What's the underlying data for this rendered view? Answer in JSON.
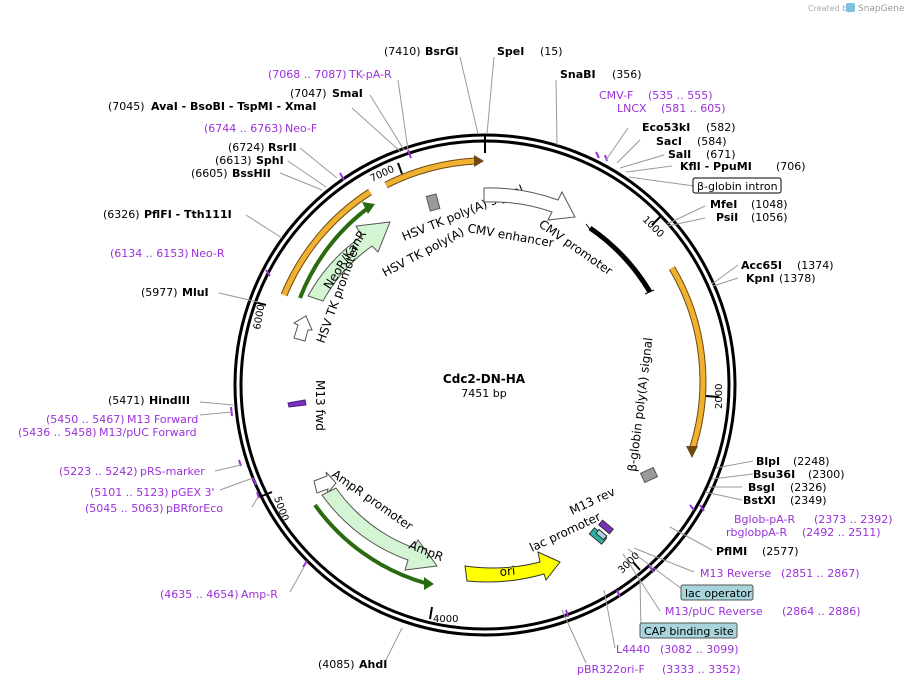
{
  "watermark": {
    "created_by": "Created by",
    "brand": "SnapGene"
  },
  "plasmid": {
    "name": "Cdc2-DN-HA",
    "size": "7451 bp",
    "length": 7451
  },
  "ruler_ticks": [
    "1000",
    "2000",
    "3000",
    "4000",
    "5000",
    "6000",
    "7000"
  ],
  "colors": {
    "primer": "#9b30d9",
    "orange_feature": "#f0b030",
    "green_feature": "#d4f5d4",
    "ori": "#ffff00",
    "promoter": "#ffffff",
    "terminator": "#9a9a9a",
    "blue_box": "#a8d4dc"
  },
  "enzyme_labels": [
    {
      "name": "BsrGI",
      "pos": "(7410)"
    },
    {
      "name": "SpeI",
      "pos": "(15)"
    },
    {
      "name": "SnaBI",
      "pos": "(356)"
    },
    {
      "name": "SmaI",
      "pos": "(7047)"
    },
    {
      "name": "AvaI - BsoBI - TspMI - XmaI",
      "pos": "(7045)"
    },
    {
      "name": "Eco53kI",
      "pos": "(582)"
    },
    {
      "name": "SacI",
      "pos": "(584)"
    },
    {
      "name": "SalI",
      "pos": "(671)"
    },
    {
      "name": "KflI - PpuMI",
      "pos": "(706)"
    },
    {
      "name": "RsrII",
      "pos": "(6724)"
    },
    {
      "name": "SphI",
      "pos": "(6613)"
    },
    {
      "name": "BssHII",
      "pos": "(6605)"
    },
    {
      "name": "MfeI",
      "pos": "(1048)"
    },
    {
      "name": "PsiI",
      "pos": "(1056)"
    },
    {
      "name": "PflFI - Tth111I",
      "pos": "(6326)"
    },
    {
      "name": "Acc65I",
      "pos": "(1374)"
    },
    {
      "name": "KpnI",
      "pos": "(1378)"
    },
    {
      "name": "MluI",
      "pos": "(5977)"
    },
    {
      "name": "HindIII",
      "pos": "(5471)"
    },
    {
      "name": "BlpI",
      "pos": "(2248)"
    },
    {
      "name": "Bsu36I",
      "pos": "(2300)"
    },
    {
      "name": "BsgI",
      "pos": "(2326)"
    },
    {
      "name": "BstXI",
      "pos": "(2349)"
    },
    {
      "name": "PflMI",
      "pos": "(2577)"
    },
    {
      "name": "AhdI",
      "pos": "(4085)"
    }
  ],
  "primer_labels": [
    {
      "range": "(7068 .. 7087)",
      "name": "TK-pA-R"
    },
    {
      "range": "(6744 .. 6763)",
      "name": "Neo-F"
    },
    {
      "range": "(6134 .. 6153)",
      "name": "Neo-R"
    },
    {
      "range": "(5450 .. 5467)",
      "name": "M13 Forward"
    },
    {
      "range": "(5436 .. 5458)",
      "name": "M13/pUC Forward"
    },
    {
      "range": "(5223 .. 5242)",
      "name": "pRS-marker"
    },
    {
      "range": "(5101 .. 5123)",
      "name": "pGEX 3'"
    },
    {
      "range": "(5045 .. 5063)",
      "name": "pBRforEco"
    },
    {
      "range": "(4635 .. 4654)",
      "name": "Amp-R"
    },
    {
      "name": "CMV-F",
      "range": "(535 .. 555)"
    },
    {
      "name": "LNCX",
      "range": "(581 .. 605)"
    },
    {
      "name": "Bglob-pA-R",
      "range": "(2373 .. 2392)"
    },
    {
      "name": "rbglobpA-R",
      "range": "(2492 .. 2511)"
    },
    {
      "name": "M13 Reverse",
      "range": "(2851 .. 2867)"
    },
    {
      "name": "M13/pUC Reverse",
      "range": "(2864 .. 2886)"
    },
    {
      "name": "L4440",
      "range": "(3082 .. 3099)"
    },
    {
      "name": "pBR322ori-F",
      "range": "(3333 .. 3352)"
    }
  ],
  "boxed_features": [
    "β-globin intron",
    "lac operator",
    "CAP binding site"
  ],
  "feature_labels": {
    "hsv_tk_polya_signal": "HSV TK poly(A) signal",
    "cmv_enhancer": "CMV enhancer",
    "cmv_promoter": "CMV promoter",
    "hsv_tk_polya": "HSV TK poly(A)",
    "neo_kan": "NeoR/KanR",
    "hsv_tk_promoter": "HSV TK promoter",
    "m13_fwd": "M13 fwd",
    "bglobin_polya": "β-globin poly(A) signal",
    "ampr_promoter": "AmpR promoter",
    "ampr": "AmpR",
    "ori": "ori",
    "lac_promoter": "lac promoter",
    "m13_rev": "M13 rev"
  }
}
